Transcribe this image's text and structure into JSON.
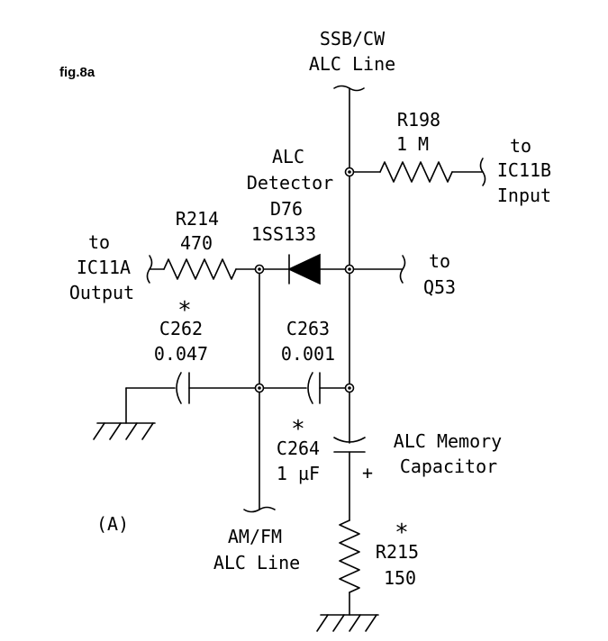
{
  "figure_label": "fig.8a",
  "panel_label": "(A)",
  "lines": {
    "ssb_cw": [
      "SSB/CW",
      "ALC Line"
    ],
    "am_fm": [
      "AM/FM",
      "ALC Line"
    ]
  },
  "components": {
    "r198": {
      "ref": "R198",
      "value": "1 M"
    },
    "detector": {
      "title": [
        "ALC",
        "Detector"
      ],
      "ref": "D76",
      "part": "1SS133"
    },
    "r214": {
      "ref": "R214",
      "value": "470"
    },
    "c262": {
      "marker": "*",
      "ref": "C262",
      "value": "0.047"
    },
    "c263": {
      "ref": "C263",
      "value": "0.001"
    },
    "c264": {
      "marker": "*",
      "ref": "C264",
      "value": "1 µF"
    },
    "r215": {
      "marker": "*",
      "ref": "R215",
      "value": "150"
    },
    "memory_cap_label": [
      "ALC Memory",
      "Capacitor"
    ],
    "memory_cap_polarity": "+"
  },
  "connections": {
    "ic11b": [
      "to",
      "IC11B",
      "Input"
    ],
    "ic11a": [
      "to",
      "IC11A",
      "Output"
    ],
    "q53": [
      "to",
      "Q53"
    ]
  }
}
